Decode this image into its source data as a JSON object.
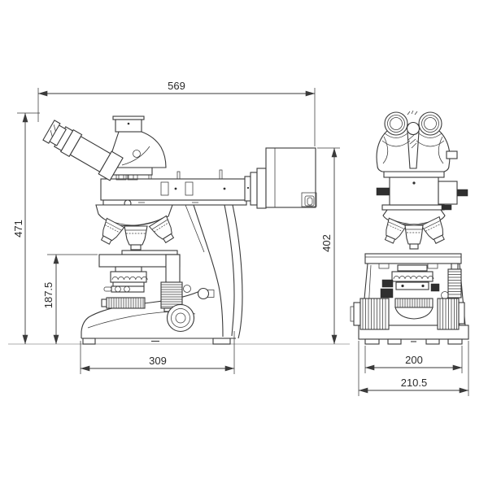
{
  "drawing": {
    "dimensions": {
      "overall_depth": "569",
      "overall_height": "471",
      "stage_height": "187.5",
      "illuminator_height": "402",
      "base_depth": "309",
      "feet_width": "200",
      "base_width": "210.5"
    },
    "colors": {
      "background": "#ffffff",
      "line": "#3a3a3a",
      "ground": "#bdbdbd",
      "text": "#2a2a2a"
    }
  }
}
